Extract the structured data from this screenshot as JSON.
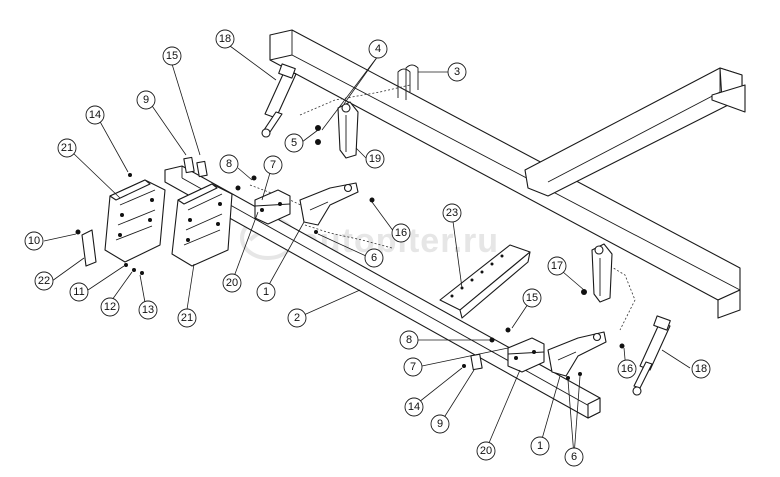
{
  "watermark": {
    "text": "autopiter.ru"
  },
  "callouts": [
    {
      "id": "c18a",
      "label": "18"
    },
    {
      "id": "c4",
      "label": "4"
    },
    {
      "id": "c3",
      "label": "3"
    },
    {
      "id": "c15a",
      "label": "15"
    },
    {
      "id": "c9a",
      "label": "9"
    },
    {
      "id": "c14a",
      "label": "14"
    },
    {
      "id": "c21a",
      "label": "21"
    },
    {
      "id": "c5",
      "label": "5"
    },
    {
      "id": "c19",
      "label": "19"
    },
    {
      "id": "c8a",
      "label": "8"
    },
    {
      "id": "c7a",
      "label": "7"
    },
    {
      "id": "c16a",
      "label": "16"
    },
    {
      "id": "c10",
      "label": "10"
    },
    {
      "id": "c6a",
      "label": "6"
    },
    {
      "id": "c23",
      "label": "23"
    },
    {
      "id": "c22",
      "label": "22"
    },
    {
      "id": "c11",
      "label": "11"
    },
    {
      "id": "c12",
      "label": "12"
    },
    {
      "id": "c13",
      "label": "13"
    },
    {
      "id": "c20a",
      "label": "20"
    },
    {
      "id": "c1a",
      "label": "1"
    },
    {
      "id": "c17",
      "label": "17"
    },
    {
      "id": "c21b",
      "label": "21"
    },
    {
      "id": "c2",
      "label": "2"
    },
    {
      "id": "c15b",
      "label": "15"
    },
    {
      "id": "c8b",
      "label": "8"
    },
    {
      "id": "c7b",
      "label": "7"
    },
    {
      "id": "c16b",
      "label": "16"
    },
    {
      "id": "c18b",
      "label": "18"
    },
    {
      "id": "c14b",
      "label": "14"
    },
    {
      "id": "c9b",
      "label": "9"
    },
    {
      "id": "c20b",
      "label": "20"
    },
    {
      "id": "c1b",
      "label": "1"
    },
    {
      "id": "c6b",
      "label": "6"
    }
  ]
}
